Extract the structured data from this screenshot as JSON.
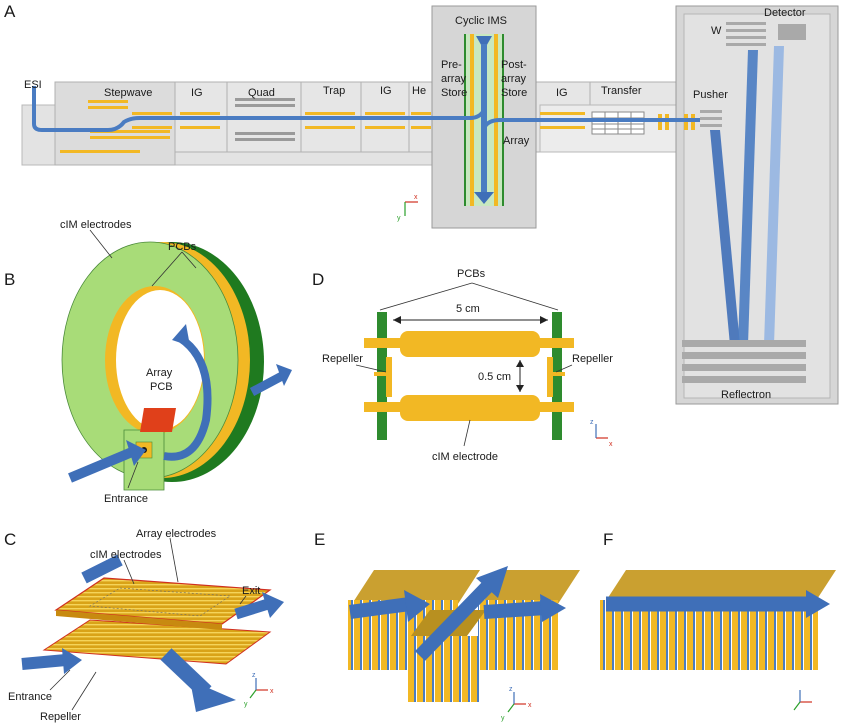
{
  "panels": {
    "a": "A",
    "b": "B",
    "c": "C",
    "d": "D",
    "e": "E",
    "f": "F"
  },
  "panel_a": {
    "esi": "ESI",
    "stepwave": "Stepwave",
    "ig1": "IG",
    "quad": "Quad",
    "trap": "Trap",
    "ig2": "IG",
    "he": "He",
    "cyclic": "Cyclic IMS",
    "pre1": "Pre-",
    "pre2": "array",
    "pre3": "Store",
    "post1": "Post-",
    "post2": "array",
    "post3": "Store",
    "array": "Array",
    "ig3": "IG",
    "transfer": "Transfer",
    "pusher": "Pusher",
    "w": "W",
    "detector": "Detector",
    "reflectron": "Reflectron",
    "axis_x": "x",
    "axis_y": "y"
  },
  "panel_b": {
    "cim": "cIM electrodes",
    "pcbs": "PCBs",
    "array1": "Array",
    "array2": "PCB",
    "entrance": "Entrance"
  },
  "panel_d": {
    "pcbs": "PCBs",
    "width": "5 cm",
    "gap": "0.5 cm",
    "repeller_l": "Repeller",
    "repeller_r": "Repeller",
    "cim": "cIM electrode",
    "axis_z": "z",
    "axis_x": "x"
  },
  "panel_c": {
    "array": "Array electrodes",
    "cim": "cIM electrodes",
    "exit": "Exit",
    "entrance": "Entrance",
    "repeller": "Repeller",
    "axis_z": "z",
    "axis_x": "x",
    "axis_y": "y"
  },
  "panel_e": {
    "axis_z": "z",
    "axis_x": "x",
    "axis_y": "y"
  },
  "colors": {
    "gold": "#f2b824",
    "blue": "#3f6fb8",
    "lightgreen": "#90d070",
    "darkgreen": "#1f7a1f",
    "gray": "#d4d4d4",
    "red": "#e03020"
  }
}
